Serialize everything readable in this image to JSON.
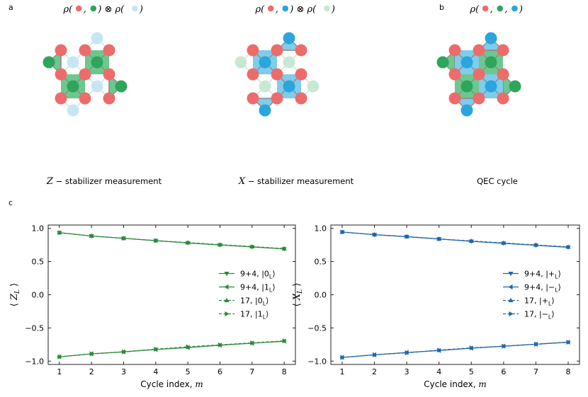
{
  "panel_labels": {
    "a": "a",
    "b": "b",
    "c": "c"
  },
  "diagram": {
    "colors": {
      "data": "#ee6b6b",
      "z_anc": "#2ea55b",
      "z_pl": "#6ec78e",
      "z_faint": "#c8e8d4",
      "x_anc": "#2aa5dd",
      "x_pl": "#7fcceb",
      "x_faint": "#c6e6f5",
      "edge": "#d2d2d2",
      "bold_edge": "#8a8a8a"
    },
    "panels": [
      {
        "name": "z-stabilizer",
        "title_prefix": "ρ(",
        "title_mid": ") ⊗ ρ(",
        "title_suffix": ")",
        "title_dots": [
          "data",
          "z_anc"
        ],
        "title_dots2": [
          "x_faint"
        ],
        "caption_math": "Z",
        "caption_text": " − stabilizer measurement"
      },
      {
        "name": "x-stabilizer",
        "title_prefix": "ρ(",
        "title_mid": ") ⊗ ρ(",
        "title_suffix": ")",
        "title_dots": [
          "data",
          "x_anc"
        ],
        "title_dots2": [
          "z_faint"
        ],
        "caption_math": "X",
        "caption_text": " − stabilizer measurement"
      },
      {
        "name": "qec-cycle",
        "title_prefix": "ρ(",
        "title_mid": "",
        "title_suffix": ")",
        "title_dots": [
          "data",
          "z_anc",
          "x_anc"
        ],
        "title_dots2": [],
        "caption_math": "",
        "caption_text": "QEC cycle"
      }
    ]
  },
  "chart_data": [
    {
      "type": "line",
      "ylabel": "⟨ Z_L ⟩",
      "xlabel": "Cycle index, m",
      "xlim": [
        0.65,
        8.35
      ],
      "ylim": [
        -1.05,
        1.05
      ],
      "x_ticks": [
        1,
        2,
        3,
        4,
        5,
        6,
        7,
        8
      ],
      "y_ticks": [
        -1.0,
        -0.5,
        0.0,
        0.5,
        1.0
      ],
      "y_tick_labels": [
        "−1.0",
        "−0.5",
        "0.0",
        "0.5",
        "1.0"
      ],
      "color": "#2a8a3a",
      "legend_position": "center-right",
      "x": [
        1,
        2,
        3,
        4,
        5,
        6,
        7,
        8
      ],
      "series": [
        {
          "name": "9+4, |0L⟩",
          "label_main": "9+4, |0",
          "label_sub": "L",
          "marker": "tri_down",
          "dashed": false,
          "values": [
            0.935,
            0.885,
            0.85,
            0.815,
            0.78,
            0.75,
            0.72,
            0.69
          ]
        },
        {
          "name": "9+4, |1L⟩",
          "label_main": "9+4, |1",
          "label_sub": "L",
          "marker": "tri_left",
          "dashed": false,
          "values": [
            -0.935,
            -0.89,
            -0.86,
            -0.825,
            -0.795,
            -0.76,
            -0.73,
            -0.7
          ]
        },
        {
          "name": "17, |0L⟩",
          "label_main": "17, |0",
          "label_sub": "L",
          "marker": "tri_up",
          "dashed": true,
          "values": [
            0.935,
            0.885,
            0.85,
            0.815,
            0.785,
            0.755,
            0.725,
            0.695
          ]
        },
        {
          "name": "17, |1L⟩",
          "label_main": "17, |1",
          "label_sub": "L",
          "marker": "tri_right",
          "dashed": true,
          "values": [
            -0.935,
            -0.89,
            -0.86,
            -0.82,
            -0.785,
            -0.755,
            -0.725,
            -0.695
          ]
        }
      ]
    },
    {
      "type": "line",
      "ylabel": "⟨ X_L ⟩",
      "xlabel": "Cycle index, m",
      "xlim": [
        0.65,
        8.35
      ],
      "ylim": [
        -1.05,
        1.05
      ],
      "x_ticks": [
        1,
        2,
        3,
        4,
        5,
        6,
        7,
        8
      ],
      "y_ticks": [
        -1.0,
        -0.5,
        0.0,
        0.5,
        1.0
      ],
      "y_tick_labels": [
        "−1.0",
        "−0.5",
        "0.0",
        "0.5",
        "1.0"
      ],
      "color": "#2266aa",
      "legend_position": "center-right",
      "x": [
        1,
        2,
        3,
        4,
        5,
        6,
        7,
        8
      ],
      "series": [
        {
          "name": "9+4, |+L⟩",
          "label_main": "9+4, |+",
          "label_sub": "L",
          "marker": "tri_down",
          "dashed": false,
          "values": [
            0.945,
            0.905,
            0.875,
            0.84,
            0.805,
            0.775,
            0.745,
            0.715
          ]
        },
        {
          "name": "9+4, |−L⟩",
          "label_main": "9+4, |−",
          "label_sub": "L",
          "marker": "tri_left",
          "dashed": false,
          "values": [
            -0.945,
            -0.905,
            -0.87,
            -0.84,
            -0.805,
            -0.775,
            -0.745,
            -0.715
          ]
        },
        {
          "name": "17, |+L⟩",
          "label_main": "17, |+",
          "label_sub": "L",
          "marker": "tri_up",
          "dashed": true,
          "values": [
            0.945,
            0.905,
            0.875,
            0.84,
            0.81,
            0.78,
            0.75,
            0.72
          ]
        },
        {
          "name": "17, |−L⟩",
          "label_main": "17, |−",
          "label_sub": "L",
          "marker": "tri_right",
          "dashed": true,
          "values": [
            -0.945,
            -0.905,
            -0.875,
            -0.835,
            -0.8,
            -0.775,
            -0.745,
            -0.715
          ]
        }
      ]
    }
  ]
}
